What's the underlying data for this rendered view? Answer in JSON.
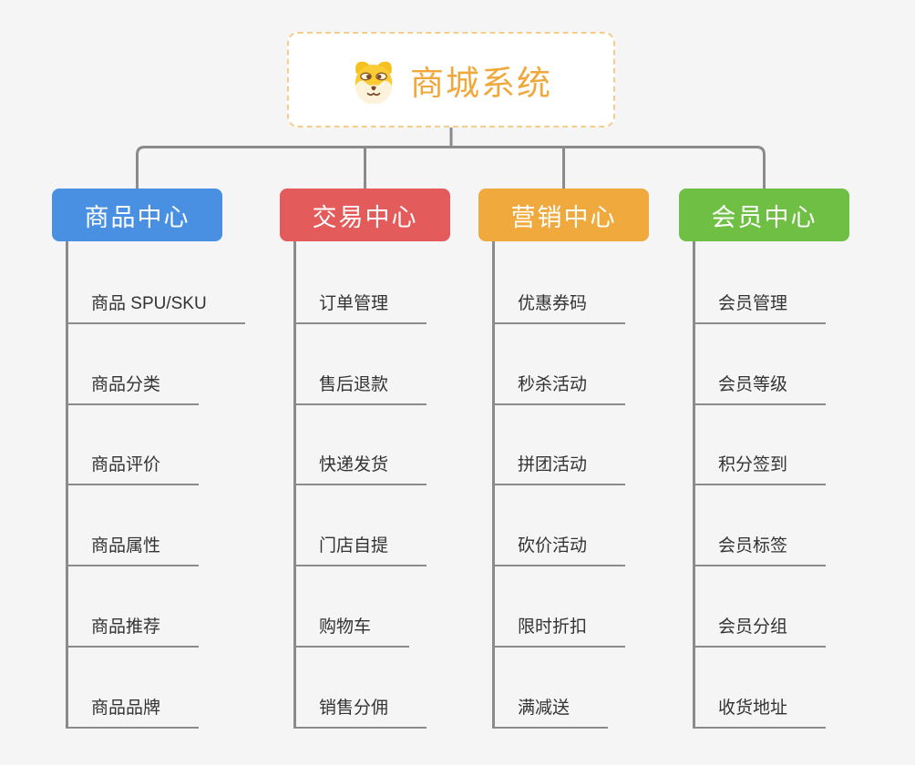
{
  "root": {
    "title": "商城系统",
    "icon": "dog-face-icon",
    "title_color": "#F0A83C",
    "border_color": "#F6CC8B"
  },
  "branches": [
    {
      "label": "商品中心",
      "color": "#4A90E2",
      "items": [
        "商品 SPU/SKU",
        "商品分类",
        "商品评价",
        "商品属性",
        "商品推荐",
        "商品品牌"
      ]
    },
    {
      "label": "交易中心",
      "color": "#E45B5B",
      "items": [
        "订单管理",
        "售后退款",
        "快递发货",
        "门店自提",
        "购物车",
        "销售分佣"
      ]
    },
    {
      "label": "营销中心",
      "color": "#EFA93D",
      "items": [
        "优惠券码",
        "秒杀活动",
        "拼团活动",
        "砍价活动",
        "限时折扣",
        "满减送"
      ]
    },
    {
      "label": "会员中心",
      "color": "#6EBF44",
      "items": [
        "会员管理",
        "会员等级",
        "积分签到",
        "会员标签",
        "会员分组",
        "收货地址"
      ]
    }
  ],
  "colors": {
    "background": "#F5F5F5",
    "connector": "#8B8B8B",
    "underline": "#8B8B8B",
    "item_text": "#333333",
    "header_text": "#FFFFFF"
  }
}
